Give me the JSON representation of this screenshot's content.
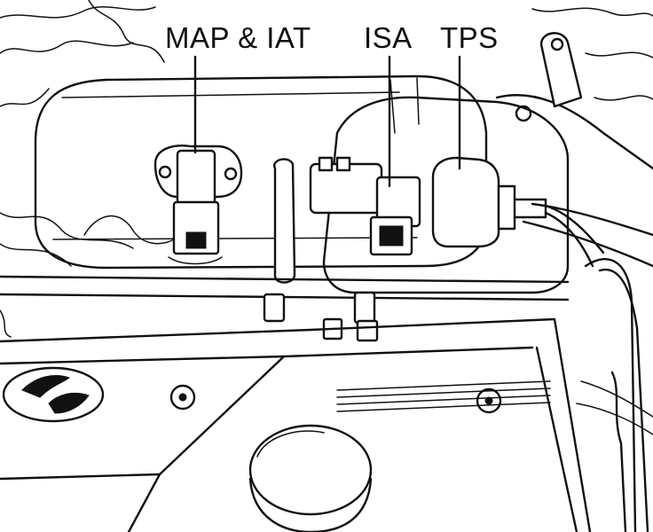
{
  "labels": {
    "map_iat": "MAP & IAT",
    "isa": "ISA",
    "tps": "TPS"
  },
  "colors": {
    "line": "#111111",
    "background": "#ffffff"
  }
}
